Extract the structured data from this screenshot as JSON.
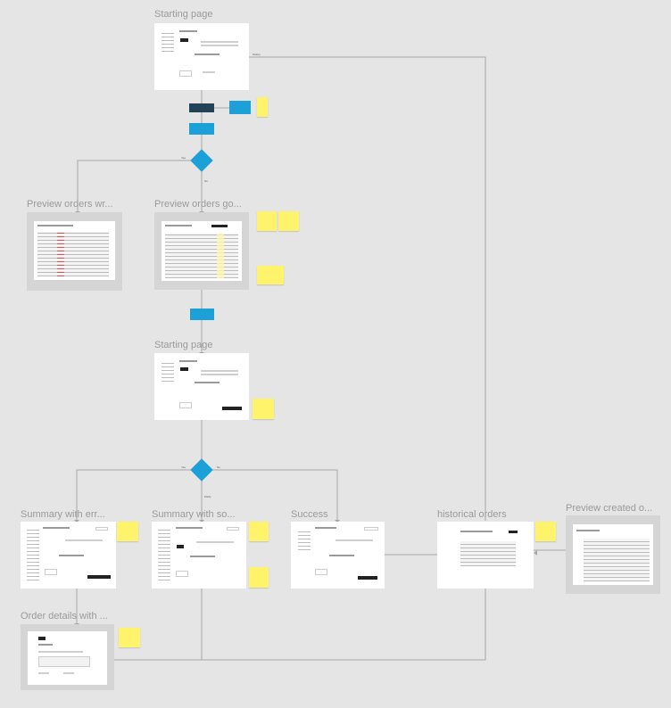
{
  "frames": {
    "starting_page_1": "Starting page",
    "preview_wrong": "Preview orders wr...",
    "preview_good": "Preview orders go...",
    "starting_page_2": "Starting page",
    "summary_errors": "Summary with err...",
    "summary_some": "Summary with so...",
    "success": "Success",
    "historical_orders": "historical orders",
    "preview_created": "Preview created o...",
    "order_details": "Order details with ..."
  },
  "edge_labels": {
    "history": "history",
    "yes_1": "Yes",
    "no_1": "No",
    "yes_2": "Yes",
    "no_2": "No",
    "partly": "Partly"
  },
  "colors": {
    "canvas": "#e5e5e5",
    "process_dark": "#234157",
    "process_blue": "#1ba0d8",
    "sticky": "#fff36b",
    "connector": "#9e9e9e"
  }
}
